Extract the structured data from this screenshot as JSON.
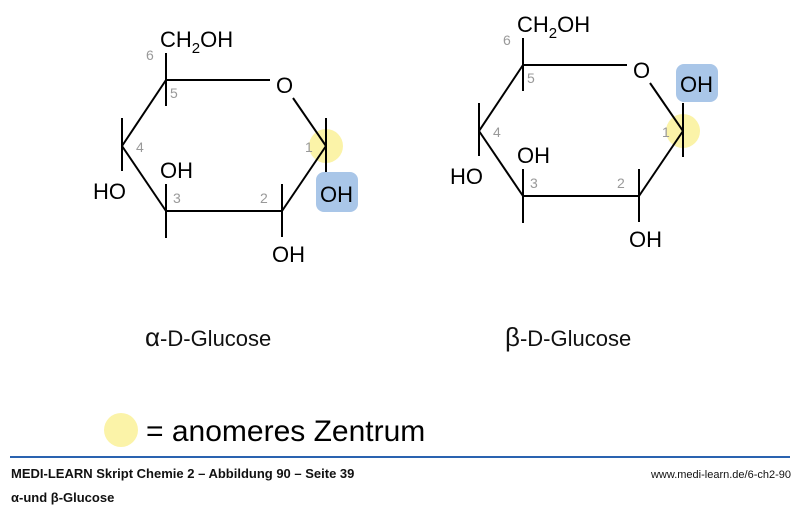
{
  "colors": {
    "anomeric": "#fbf3a8",
    "highlight": "#a9c6e8",
    "rule": "#2a63b0"
  },
  "molecule": {
    "ch2oh_main": "CH",
    "ch2oh_sub": "2",
    "ch2oh_end": "OH",
    "ring_o": "O",
    "oh": "OH",
    "ho": "HO",
    "numbers": [
      "1",
      "2",
      "3",
      "4",
      "5",
      "6"
    ]
  },
  "alpha": {
    "caption_greek": "α",
    "caption": "-D-Glucose"
  },
  "beta": {
    "caption_greek": "β",
    "caption": "-D-Glucose"
  },
  "legend": {
    "text": "= anomeres Zentrum"
  },
  "footer": {
    "source": "MEDI-LEARN Skript Chemie 2 – Abbildung 90 – Seite 39",
    "url": "www.medi-learn.de/6-ch2-90",
    "title": "α-und β-Glucose"
  }
}
